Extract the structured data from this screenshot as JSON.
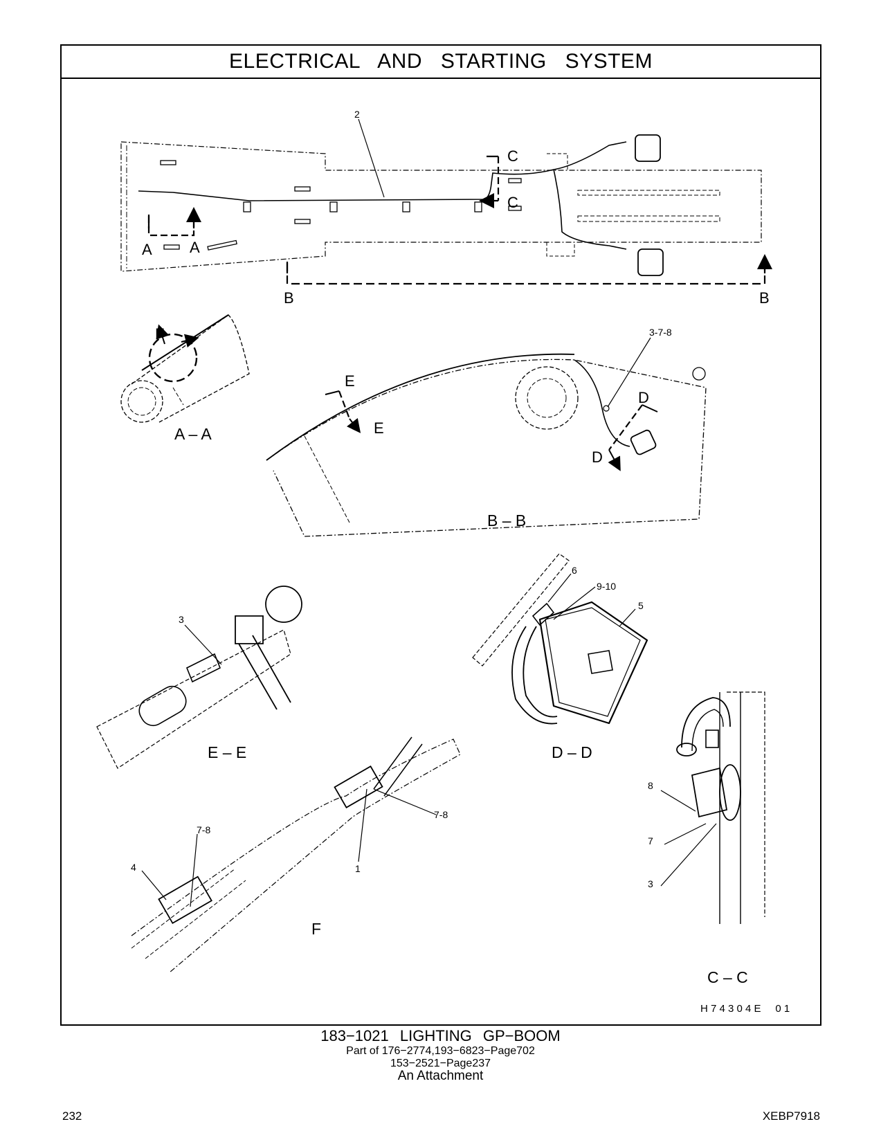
{
  "header": {
    "title": "ELECTRICAL AND STARTING SYSTEM"
  },
  "views": {
    "top": "",
    "aa": "A – A",
    "bb": "B – B",
    "ee": "E – E",
    "dd": "D – D",
    "f": "F",
    "cc": "C – C"
  },
  "section_markers": {
    "a_left": "A",
    "a_right": "A",
    "b_left": "B",
    "b_right": "B",
    "c_top": "C",
    "c_bottom": "C",
    "d_top": "D",
    "d_bottom": "D",
    "e_top": "E",
    "e_bottom": "E",
    "f_detail": "F"
  },
  "callouts": {
    "top_2": "2",
    "bb_378": "3-7-8",
    "ee_3": "3",
    "dd_6": "6",
    "dd_910": "9-10",
    "dd_5": "5",
    "f_78_right": "7-8",
    "f_1": "1",
    "f_78_left": "7-8",
    "f_4": "4",
    "cc_8": "8",
    "cc_7": "7",
    "cc_3": "3"
  },
  "figure_id": "H 7 4 3 0 4 E     0 1",
  "caption": {
    "title": "183−1021 LIGHTING GP−BOOM",
    "line1": "Part of 176−2774,193−6823−Page702",
    "line2": "153−2521−Page237",
    "line3": "An Attachment"
  },
  "footer": {
    "page_number": "232",
    "doc_id": "XEBP7918"
  }
}
